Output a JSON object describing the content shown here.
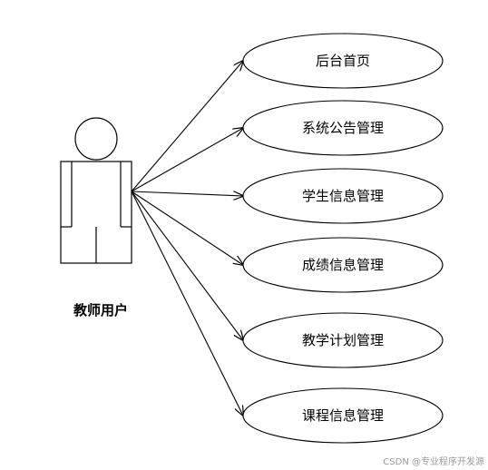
{
  "actor": {
    "label": "教师用户"
  },
  "use_cases": [
    {
      "label": "后台首页"
    },
    {
      "label": "系统公告管理"
    },
    {
      "label": "学生信息管理"
    },
    {
      "label": "成绩信息管理"
    },
    {
      "label": "教学计划管理"
    },
    {
      "label": "课程信息管理"
    }
  ],
  "watermark": "CSDN @专业程序开发源",
  "colors": {
    "stroke": "#000000",
    "background": "#ffffff",
    "watermark": "#9a9a9a"
  }
}
